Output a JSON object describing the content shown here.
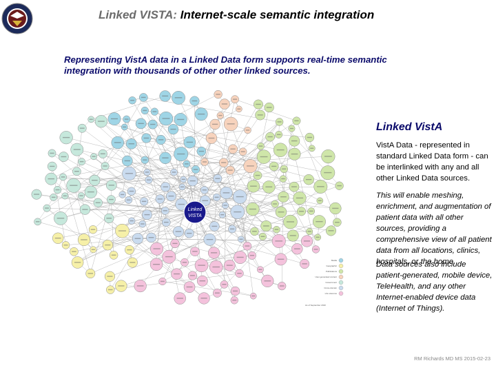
{
  "slide": {
    "title_part1": "Linked VISTA:",
    "title_part2": "Internet-scale semantic integration",
    "subtitle": "Representing VistA data in a Linked Data form supports real-time semantic integration with thousands of other other linked sources.",
    "side_heading": "Linked VistA",
    "side_paragraph1": "VistA Data - represented in standard Linked Data form - can be interlinked with any and all other Linked Data sources.",
    "side_paragraph2": "This will enable meshing, enrichment, and augmentation of patient data with all other sources, providing a comprehensive view of all patient data from all locations, clinics, hospitals, or the home.",
    "side_paragraph3": "Data sources also include patient-generated, mobile device, TeleHealth, and any other Internet-enabled device data (Internet of Things).",
    "footer": "RM Richards MD MS  2015-02-23"
  },
  "diagram": {
    "center_label_line1": "Linked",
    "center_label_line2": "VISTA",
    "center_color": "#1a1a8c",
    "legend": [
      {
        "label": "Media",
        "color": "#9fd5e6"
      },
      {
        "label": "Geographic",
        "color": "#f6f0a8"
      },
      {
        "label": "Publications",
        "color": "#cfe6a9"
      },
      {
        "label": "User-generated content",
        "color": "#f7d3bd"
      },
      {
        "label": "Government",
        "color": "#c6e8dc"
      },
      {
        "label": "Cross-domain",
        "color": "#c9dbef"
      },
      {
        "label": "Life sciences",
        "color": "#f4c2dc"
      }
    ],
    "date_note": "As of September 2010"
  }
}
